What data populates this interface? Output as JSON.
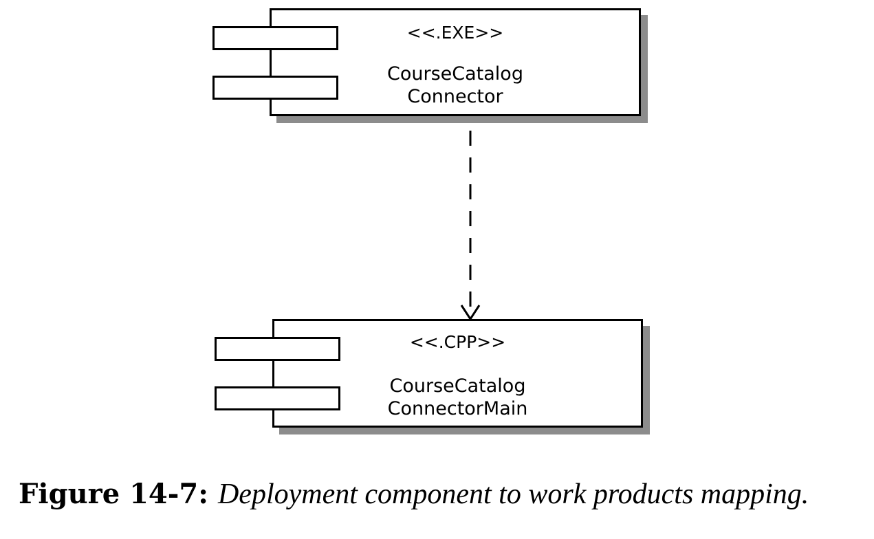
{
  "components": [
    {
      "id": "exe",
      "stereotype": "<<.EXE>>",
      "name_lines": [
        "CourseCatalog",
        "Connector"
      ]
    },
    {
      "id": "cpp",
      "stereotype": "<<.CPP>>",
      "name_lines": [
        "CourseCatalog",
        "ConnectorMain"
      ]
    }
  ],
  "dependency": {
    "from": "exe",
    "to": "cpp",
    "style": "dashed",
    "arrowhead": "open"
  },
  "caption": {
    "label": "Figure 14-7:",
    "text": "Deployment component to work products mapping."
  }
}
